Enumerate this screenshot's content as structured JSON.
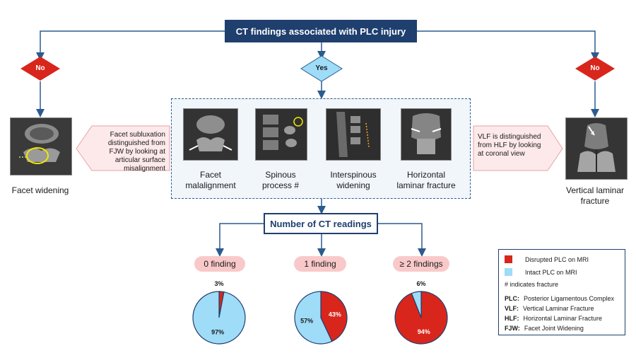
{
  "title": "CT findings associated with PLC injury",
  "colors": {
    "navy": "#1f3f6e",
    "red": "#d8261c",
    "light_blue": "#9fdcf7",
    "pink": "#f9c9c9",
    "panel_border": "#2b5b8f"
  },
  "decisions": {
    "left": "No",
    "center": "Yes",
    "right": "No"
  },
  "left_finding": {
    "label": "Facet widening",
    "note": "Facet subluxation distinguished from FJW by looking at articular surface misalignment"
  },
  "right_finding": {
    "label": "Vertical laminar fracture",
    "note": "VLF is distinguished from HLF by looking at coronal view"
  },
  "findings": [
    {
      "label": "Facet malalignment"
    },
    {
      "label": "Spinous process #"
    },
    {
      "label": "Interspinous widening"
    },
    {
      "label": "Horizontal laminar fracture"
    }
  ],
  "readings_title": "Number of CT readings",
  "chart_data": [
    {
      "type": "pie",
      "title": "0 finding",
      "categories": [
        "Disrupted PLC on MRI",
        "Intact PLC on MRI"
      ],
      "values": [
        3,
        97
      ],
      "labels": [
        "3%",
        "97%"
      ]
    },
    {
      "type": "pie",
      "title": "1 finding",
      "categories": [
        "Disrupted PLC on MRI",
        "Intact PLC on MRI"
      ],
      "values": [
        43,
        57
      ],
      "labels": [
        "43%",
        "57%"
      ]
    },
    {
      "type": "pie",
      "title": "≥ 2 findings",
      "categories": [
        "Disrupted PLC on MRI",
        "Intact PLC on MRI"
      ],
      "values": [
        94,
        6
      ],
      "labels": [
        "94%",
        "6%"
      ]
    }
  ],
  "legend": {
    "items": [
      {
        "label": "Disrupted PLC on MRI",
        "color": "#d8261c"
      },
      {
        "label": "Intact PLC on MRI",
        "color": "#9fdcf7"
      }
    ],
    "fracture_note": "# indicates fracture",
    "abbreviations": [
      {
        "abbr": "PLC:",
        "text": "Posterior Ligamentous Complex"
      },
      {
        "abbr": "VLF:",
        "text": "Vertical Laminar Fracture"
      },
      {
        "abbr": "HLF:",
        "text": "Horizontal Laminar Fracture"
      },
      {
        "abbr": "FJW:",
        "text": "Facet Joint Widening"
      }
    ]
  }
}
